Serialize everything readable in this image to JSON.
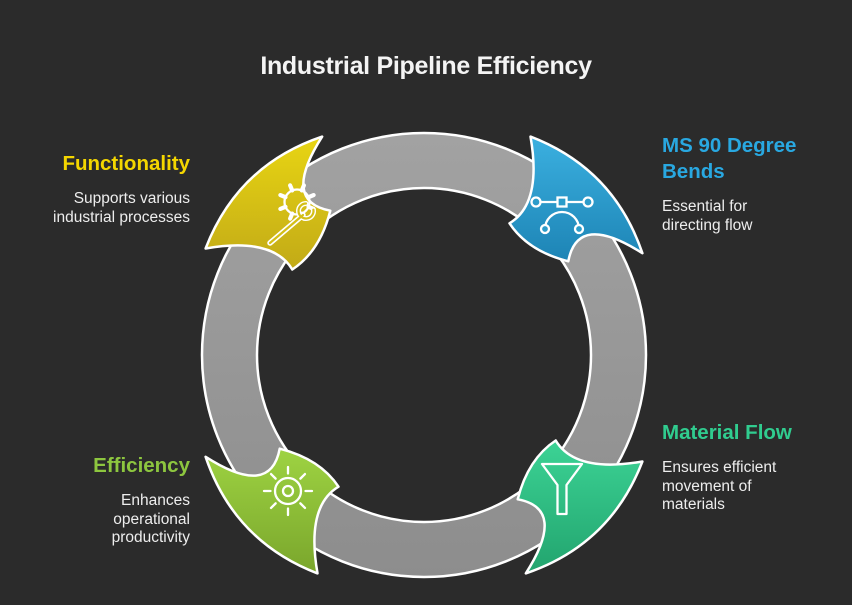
{
  "title": "Industrial Pipeline Efficiency",
  "colors": {
    "background": "#2b2b2b",
    "outline": "#ffffff",
    "ring_light": "#a2a2a2",
    "ring_dark": "#8d8d8d",
    "title_text": "#f4f4f4",
    "body_text": "#ededed"
  },
  "segments": [
    {
      "id": "functionality",
      "position": "top-left",
      "heading": "Functionality",
      "heading_color": "#f4d600",
      "desc_lines": [
        "Supports various",
        "industrial processes"
      ],
      "icon": "gear-wrench-icon",
      "fill_light": "#e8d513",
      "fill_mid": "#d4bf16",
      "fill_dark": "#c2aa17"
    },
    {
      "id": "ms-90-degree-bends",
      "position": "top-right",
      "heading": "MS 90 Degree Bends",
      "heading_color": "#29a8e1",
      "desc_lines": [
        "Essential for",
        "directing flow"
      ],
      "icon": "bezier-curve-icon",
      "fill_light": "#3bb0e0",
      "fill_mid": "#2c9cca",
      "fill_dark": "#1d84b5"
    },
    {
      "id": "material-flow",
      "position": "bottom-right",
      "heading": "Material Flow",
      "heading_color": "#30cc8f",
      "desc_lines": [
        "Ensures efficient",
        "movement of",
        "materials"
      ],
      "icon": "funnel-icon",
      "fill_light": "#3cd395",
      "fill_mid": "#2dbc82",
      "fill_dark": "#22a46e"
    },
    {
      "id": "efficiency",
      "position": "bottom-left",
      "heading": "Efficiency",
      "heading_color": "#8dc63f",
      "desc_lines": [
        "Enhances",
        "operational",
        "productivity"
      ],
      "icon": "sun-gear-icon",
      "fill_light": "#9ed342",
      "fill_mid": "#8cbd37",
      "fill_dark": "#7aa62c"
    }
  ]
}
